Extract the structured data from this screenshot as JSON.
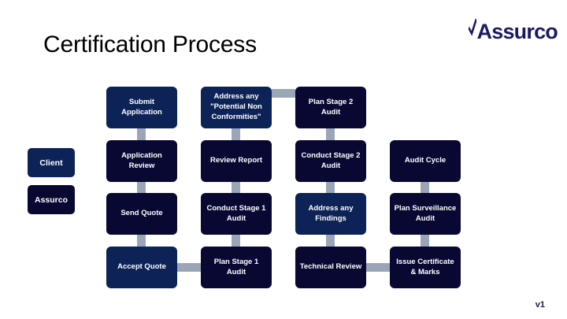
{
  "slide": {
    "title": "Certification Process",
    "version": "v1"
  },
  "brand": {
    "name": "Assurco",
    "logo_icon": "checkmark-a-icon",
    "color": "#1a1a63"
  },
  "legend": {
    "items": [
      {
        "label": "Client",
        "role": "client",
        "color": "#0d2357"
      },
      {
        "label": "Assurco",
        "role": "assurco",
        "color": "#080833"
      }
    ]
  },
  "flow": {
    "columns": [
      {
        "nodes": [
          {
            "label": "Submit Application",
            "role": "client"
          },
          {
            "label": "Application Review",
            "role": "assurco"
          },
          {
            "label": "Send Quote",
            "role": "assurco"
          },
          {
            "label": "Accept Quote",
            "role": "client"
          }
        ]
      },
      {
        "nodes": [
          {
            "label": "Address any \"Potential Non Conformities\"",
            "role": "client"
          },
          {
            "label": "Review Report",
            "role": "assurco"
          },
          {
            "label": "Conduct Stage 1 Audit",
            "role": "assurco"
          },
          {
            "label": "Plan Stage 1 Audit",
            "role": "assurco"
          }
        ]
      },
      {
        "nodes": [
          {
            "label": "Plan Stage 2 Audit",
            "role": "assurco"
          },
          {
            "label": "Conduct Stage 2 Audit",
            "role": "assurco"
          },
          {
            "label": "Address any Findings",
            "role": "client"
          },
          {
            "label": "Technical Review",
            "role": "assurco"
          }
        ]
      },
      {
        "nodes": [
          {
            "label": "Audit Cycle",
            "role": "assurco"
          },
          {
            "label": "Plan Surveillance Audit",
            "role": "assurco"
          },
          {
            "label": "Issue Certificate & Marks",
            "role": "assurco"
          }
        ]
      }
    ],
    "connector_color": "#9aa6b8"
  }
}
